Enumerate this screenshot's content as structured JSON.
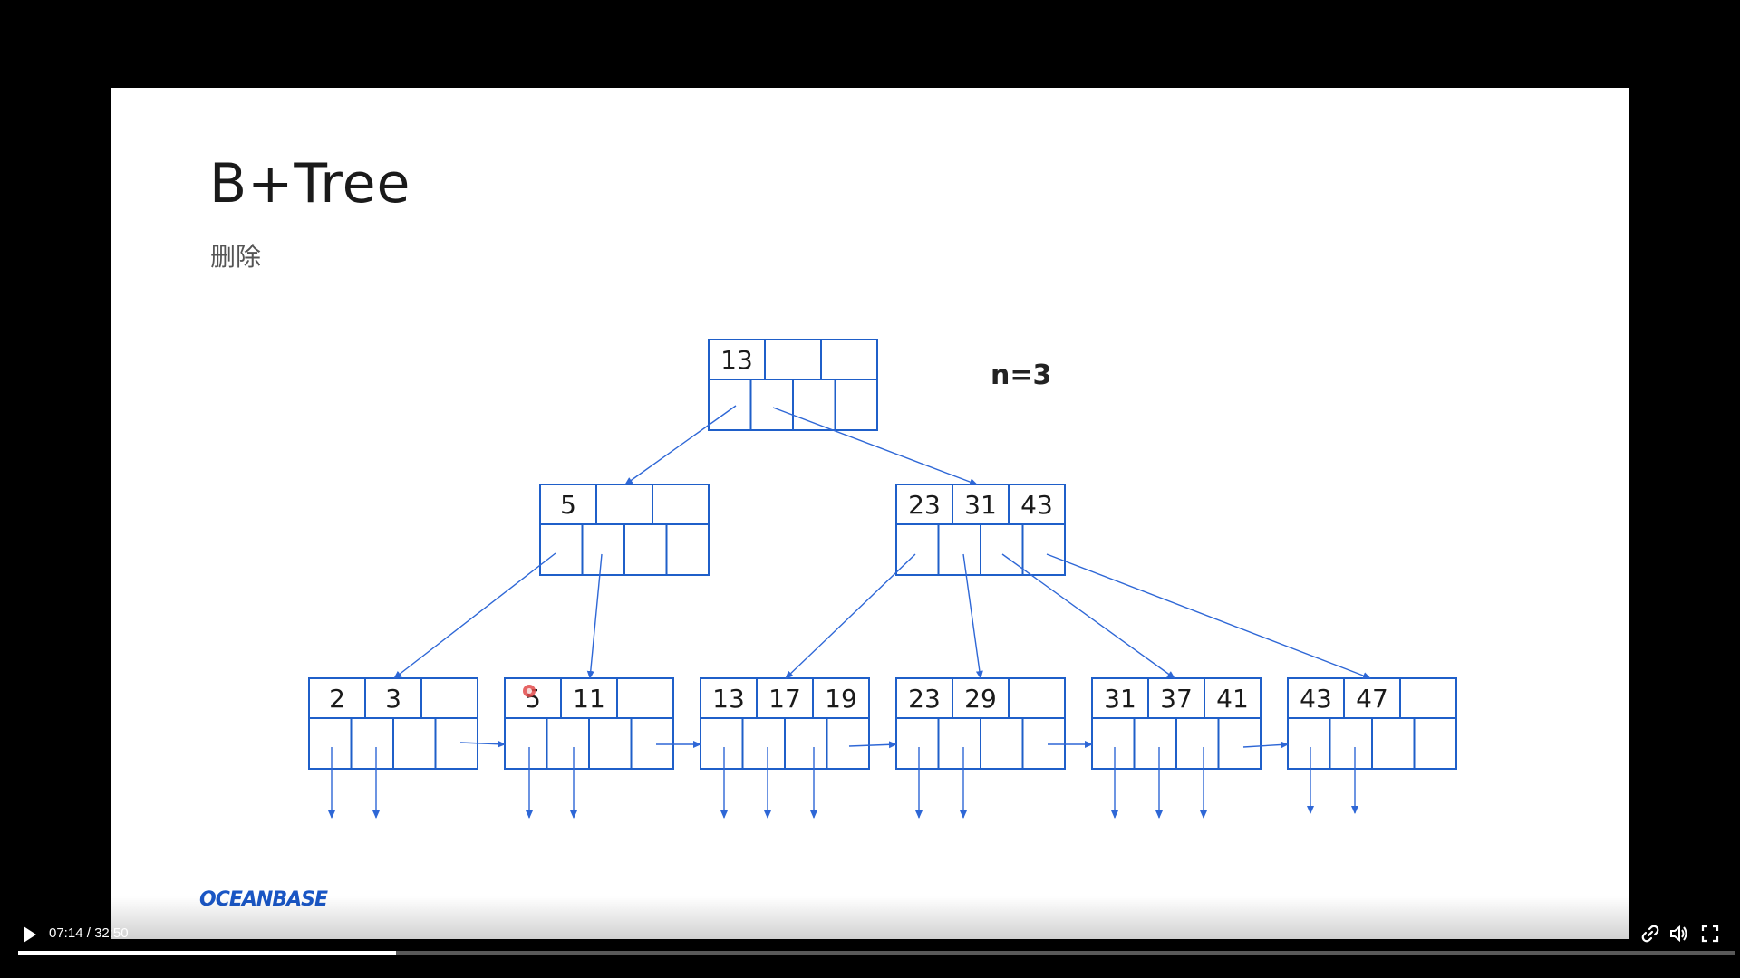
{
  "slide": {
    "title": "B+Tree",
    "subtitle": "删除",
    "annotation": "n=3",
    "logo_text": "OCEANBASE"
  },
  "tree": {
    "root": [
      "13",
      "",
      ""
    ],
    "internal": [
      [
        "5",
        "",
        ""
      ],
      [
        "23",
        "31",
        "43"
      ]
    ],
    "leaves": [
      [
        "2",
        "3",
        ""
      ],
      [
        "5",
        "11",
        ""
      ],
      [
        "13",
        "17",
        "19"
      ],
      [
        "23",
        "29",
        ""
      ],
      [
        "31",
        "37",
        "41"
      ],
      [
        "43",
        "47",
        ""
      ]
    ]
  },
  "player": {
    "current_time": "07:14",
    "separator": " / ",
    "duration": "32:50",
    "progress": 0.22,
    "icons": [
      "play-icon",
      "link-icon",
      "volume-icon",
      "fullscreen-icon"
    ]
  },
  "colors": {
    "node_border": "#1f5fc9",
    "arrow": "#2e67d6",
    "logo": "#1a56c4"
  }
}
